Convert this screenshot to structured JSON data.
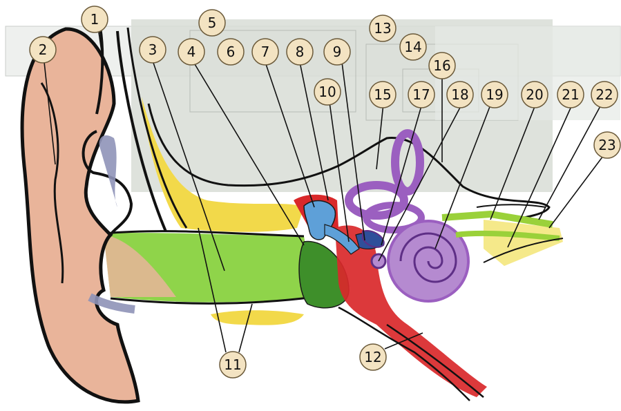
{
  "colors": {
    "background": "#ffffff",
    "skin": "#e9b49a",
    "skin_outline": "#1a1a1a",
    "cartilage": "#8f93b8",
    "fat": "#f2d94a",
    "canal": "#8fd44a",
    "eardrum": "#3e8f2a",
    "middle_ear": "#d9282a",
    "ossicles": "#5ea0d8",
    "inner_ear": "#9b5fc0",
    "nerve": "#9ad13a",
    "bone_panel": "#c9d1c5",
    "callout_fill": "#f3e3c2"
  },
  "callouts": [
    {
      "id": "c1",
      "label": "1"
    },
    {
      "id": "c2",
      "label": "2"
    },
    {
      "id": "c3",
      "label": "3"
    },
    {
      "id": "c4",
      "label": "4"
    },
    {
      "id": "c5",
      "label": "5"
    },
    {
      "id": "c6",
      "label": "6"
    },
    {
      "id": "c7",
      "label": "7"
    },
    {
      "id": "c8",
      "label": "8"
    },
    {
      "id": "c9",
      "label": "9"
    },
    {
      "id": "c10",
      "label": "10"
    },
    {
      "id": "c11",
      "label": "11"
    },
    {
      "id": "c12",
      "label": "12"
    },
    {
      "id": "c13",
      "label": "13"
    },
    {
      "id": "c14",
      "label": "14"
    },
    {
      "id": "c15",
      "label": "15"
    },
    {
      "id": "c16",
      "label": "16"
    },
    {
      "id": "c17",
      "label": "17"
    },
    {
      "id": "c18",
      "label": "18"
    },
    {
      "id": "c19",
      "label": "19"
    },
    {
      "id": "c20",
      "label": "20"
    },
    {
      "id": "c21",
      "label": "21"
    },
    {
      "id": "c22",
      "label": "22"
    },
    {
      "id": "c23",
      "label": "23"
    }
  ]
}
